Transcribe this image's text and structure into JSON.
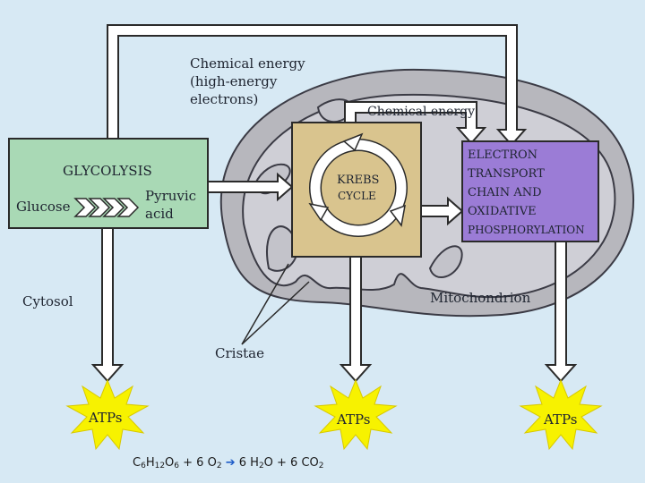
{
  "labels": {
    "chemical_energy_top": [
      "Chemical energy",
      "(high-energy",
      "electrons)"
    ],
    "chemical_energy_inner": "Chemical energy",
    "glycolysis": "GLYCOLYSIS",
    "glucose": "Glucose",
    "pyruvic_acid": [
      "Pyruvic",
      "acid"
    ],
    "krebs": [
      "KREBS",
      "CYCLE"
    ],
    "electron_transport": [
      "ELECTRON",
      "TRANSPORT",
      "CHAIN AND",
      "OXIDATIVE",
      "PHOSPHORYLATION"
    ],
    "cytosol": "Cytosol",
    "mitochondrion": "Mitochondrion",
    "cristae": "Cristae",
    "atps": [
      "ATPs",
      "ATPs",
      "ATPs"
    ]
  },
  "equation": {
    "glucose": [
      "C",
      "6",
      "H",
      "12",
      "O",
      "6"
    ],
    "plus1": "+ 6 O",
    "o2_sub": "2",
    "arrow": "➔",
    "water": "6 H",
    "water_sub": "2",
    "water_o": "O + 6 CO",
    "co2_sub": "2"
  },
  "colors": {
    "background": "#d7e9f4",
    "mitochondrion": "#b7b7bd",
    "glycolysis_box": "#a9d9b5",
    "krebs_box": "#d9c48e",
    "etc_box": "#9b7cd6",
    "atp_star": "#f7f200"
  }
}
